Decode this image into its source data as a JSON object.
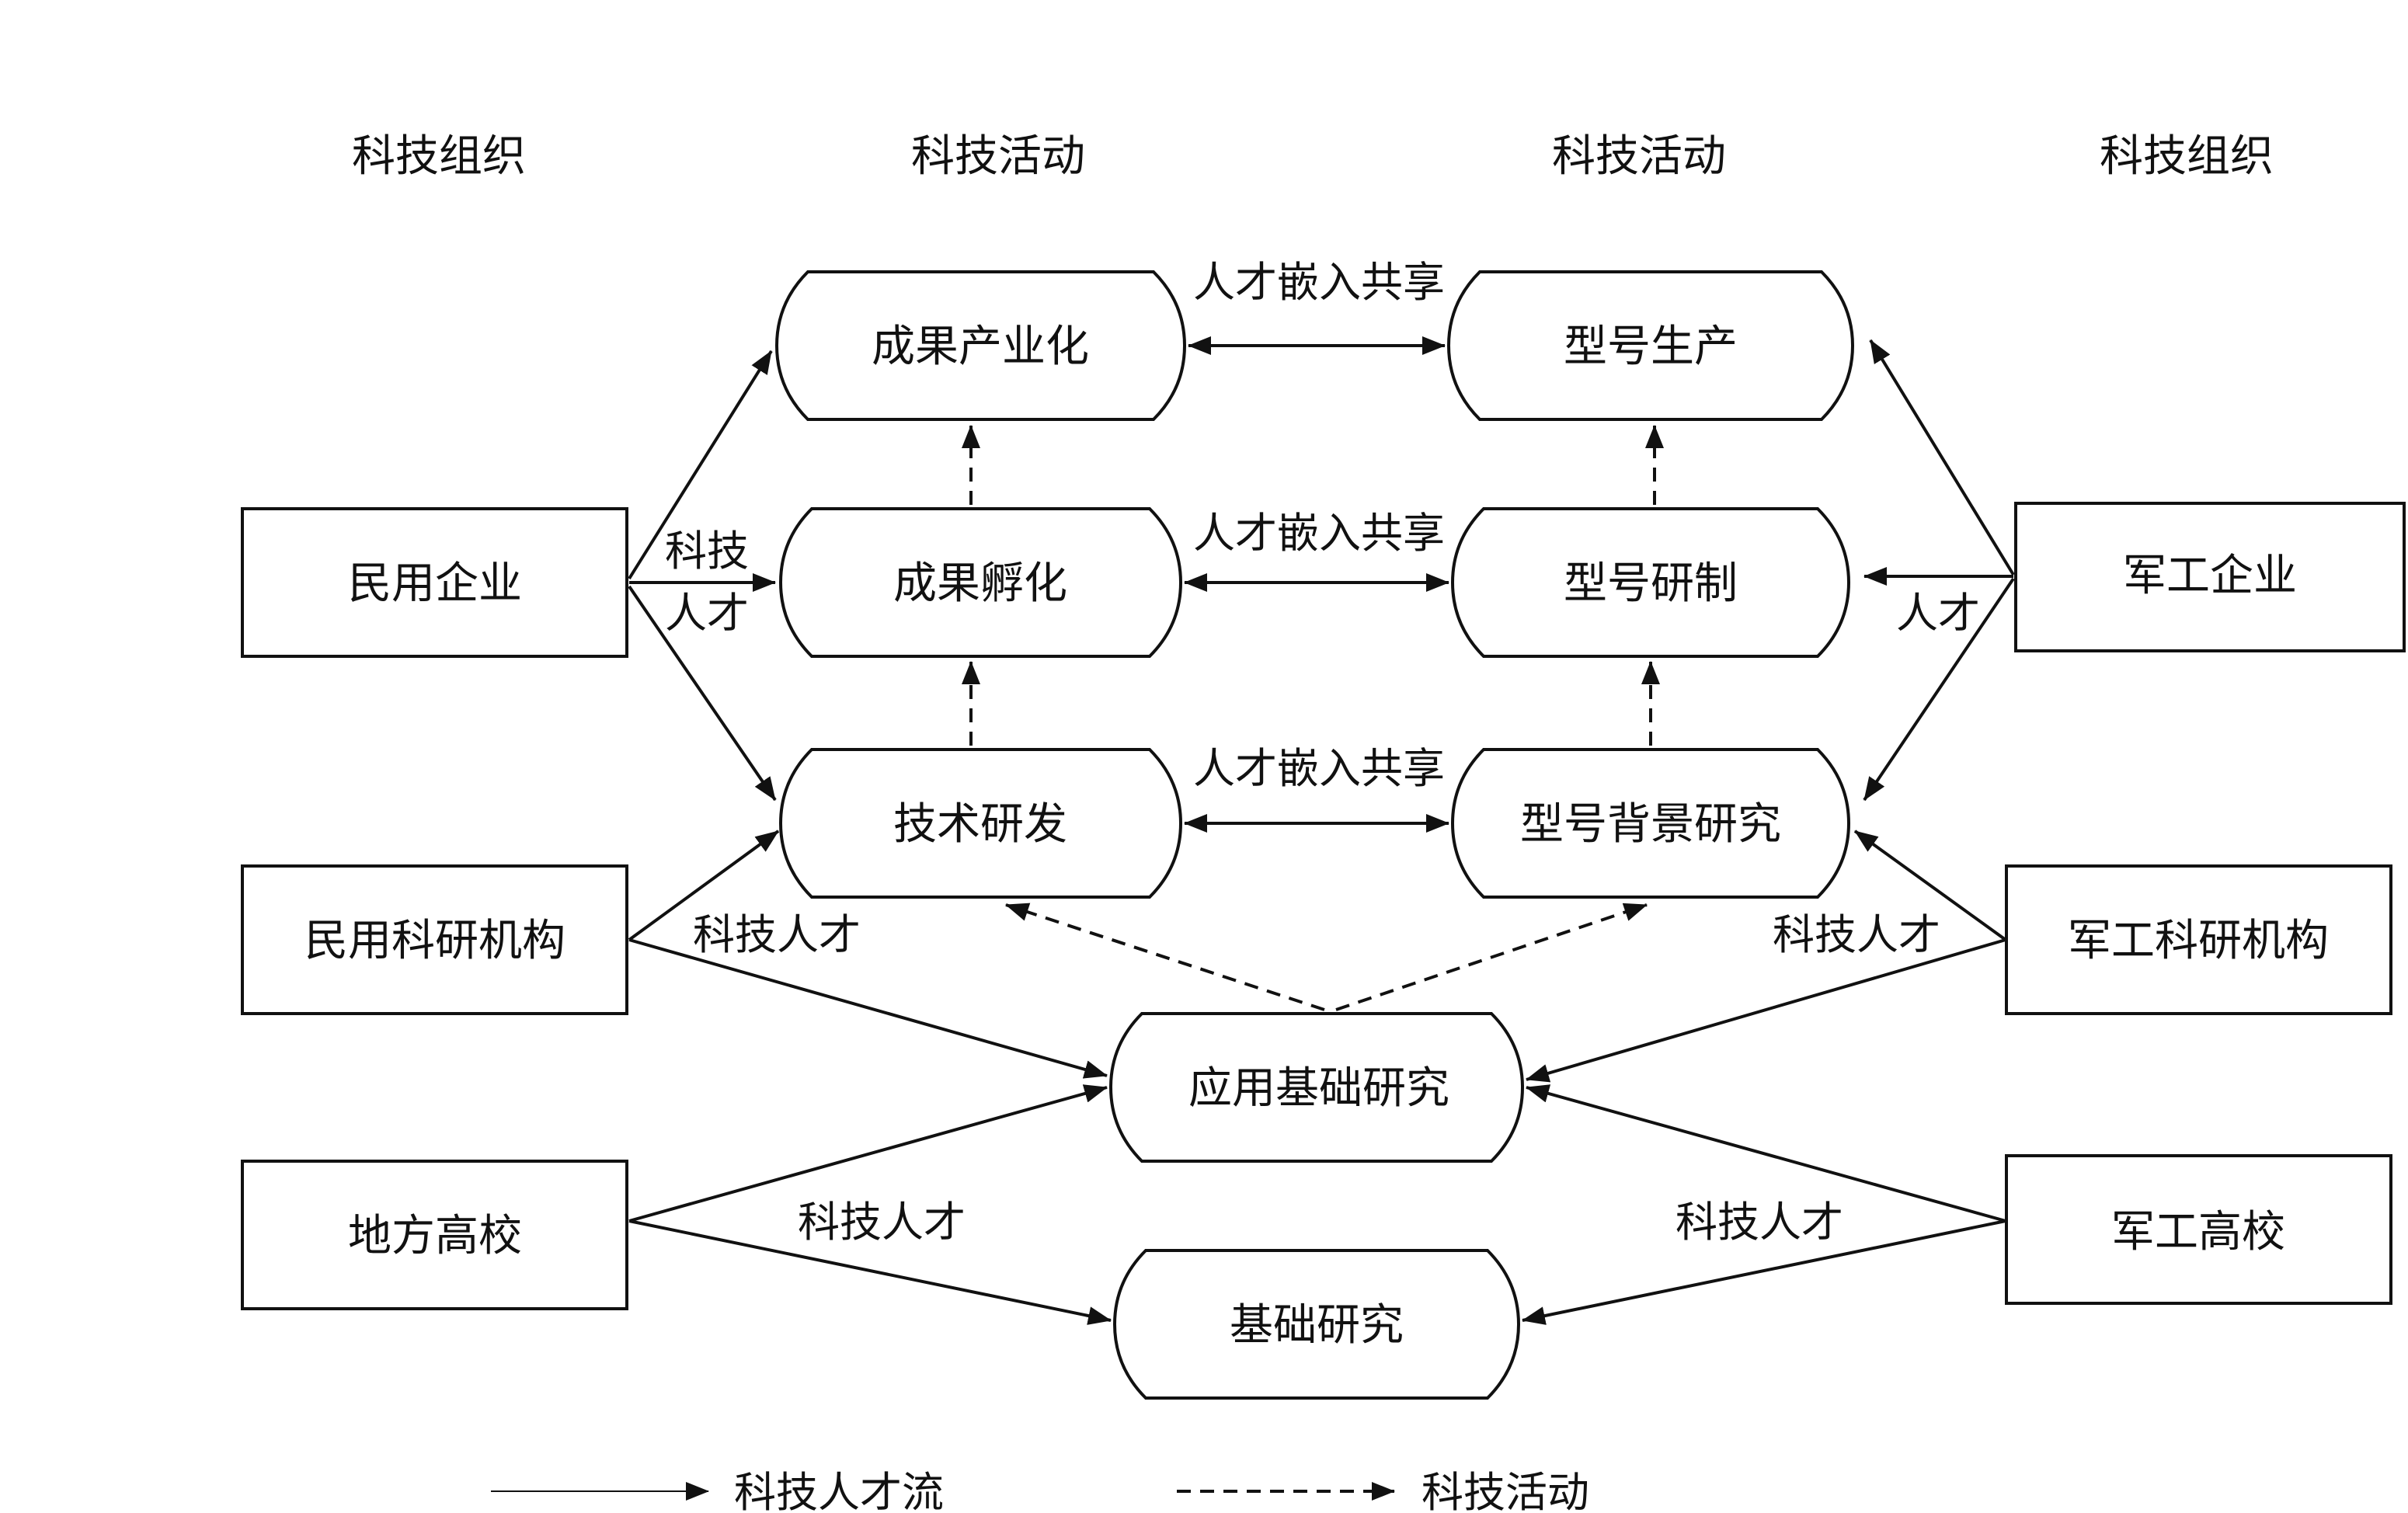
{
  "headers": [
    "科技组织",
    "科技活动",
    "科技活动",
    "科技组织"
  ],
  "civil_orgs": [
    "民用企业",
    "民用科研机构",
    "地方高校"
  ],
  "military_orgs": [
    "军工企业",
    "军工科研机构",
    "军工高校"
  ],
  "civil_activities": [
    "成果产业化",
    "成果孵化",
    "技术研发"
  ],
  "military_activities": [
    "型号生产",
    "型号研制",
    "型号背景研究"
  ],
  "center_activities": [
    "应用基础研究",
    "基础研究"
  ],
  "share_label": "人才嵌入共享",
  "edge_labels": {
    "civil_tech_talent_line1": "科技",
    "civil_tech_talent_line2": "人才",
    "military_talent": "人才",
    "civil_research_talent": "科技人才",
    "military_research_talent": "科技人才",
    "civil_university_talent": "科技人才",
    "military_university_talent": "科技人才"
  },
  "legend": {
    "solid_label": "科技人才流",
    "dashed_label": "科技活动"
  }
}
